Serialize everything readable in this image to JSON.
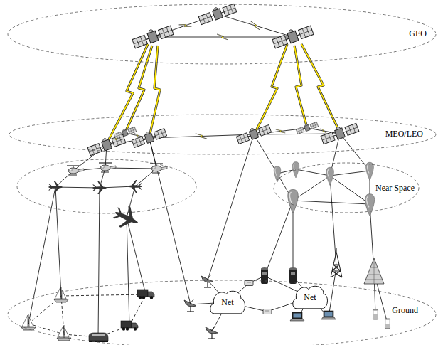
{
  "diagram": {
    "nodes": [
      {
        "text": [
          "GEO"
        ]
      },
      {
        "text": [
          "MEO/LEO"
        ]
      },
      {
        "text": [
          "Near Space"
        ]
      },
      {
        "text": [
          "Ground"
        ]
      },
      {
        "text": [
          "Net"
        ],
        "in": 3
      },
      {
        "text": [
          "Net"
        ],
        "in": 3
      }
    ]
  }
}
